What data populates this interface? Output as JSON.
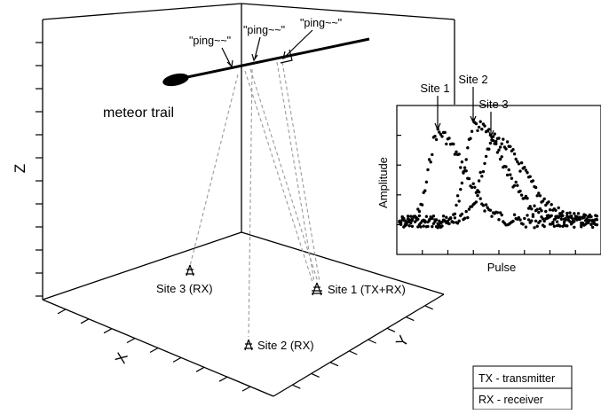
{
  "figure": {
    "trail_label": "meteor trail",
    "pings": [
      "\"ping~~\"",
      "\"ping~~\"",
      "\"ping~~\""
    ],
    "axes": {
      "x": "X",
      "y": "Y",
      "z": "Z"
    },
    "sites": [
      {
        "id": "site1",
        "label": "Site 1 (TX+RX)",
        "role": "TX+RX"
      },
      {
        "id": "site2",
        "label": "Site 2 (RX)",
        "role": "RX"
      },
      {
        "id": "site3",
        "label": "Site 3 (RX)",
        "role": "RX"
      }
    ],
    "legend": {
      "tx": "TX - transmitter",
      "rx": "RX - receiver"
    }
  },
  "inset": {
    "xlabel": "Pulse",
    "ylabel": "Amplitude",
    "peaks": [
      "Site 1",
      "Site 2",
      "Site 3"
    ]
  },
  "colors": {
    "line": "#000000",
    "ray": "#9a9a9a",
    "background": "#ffffff"
  },
  "icons": [
    "antenna-icon"
  ]
}
